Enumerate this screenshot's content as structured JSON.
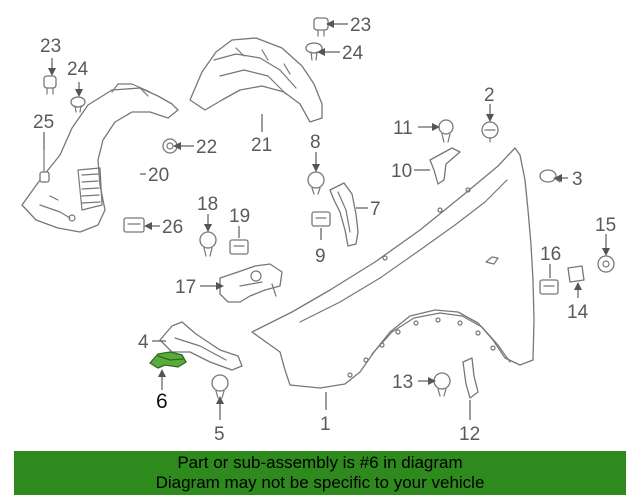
{
  "diagram": {
    "highlight_color": "#5bab3c",
    "callouts": [
      {
        "id": "1",
        "label": "1"
      },
      {
        "id": "2",
        "label": "2"
      },
      {
        "id": "3",
        "label": "3"
      },
      {
        "id": "4",
        "label": "4"
      },
      {
        "id": "5",
        "label": "5"
      },
      {
        "id": "6",
        "label": "6",
        "highlighted": true
      },
      {
        "id": "7",
        "label": "7"
      },
      {
        "id": "8",
        "label": "8"
      },
      {
        "id": "9",
        "label": "9"
      },
      {
        "id": "10",
        "label": "10"
      },
      {
        "id": "11",
        "label": "11"
      },
      {
        "id": "12",
        "label": "12"
      },
      {
        "id": "13",
        "label": "13"
      },
      {
        "id": "14",
        "label": "14"
      },
      {
        "id": "15",
        "label": "15"
      },
      {
        "id": "16",
        "label": "16"
      },
      {
        "id": "17",
        "label": "17"
      },
      {
        "id": "18",
        "label": "18"
      },
      {
        "id": "19",
        "label": "19"
      },
      {
        "id": "20",
        "label": "20"
      },
      {
        "id": "21",
        "label": "21"
      },
      {
        "id": "22",
        "label": "22"
      },
      {
        "id": "23a",
        "label": "23"
      },
      {
        "id": "23b",
        "label": "23"
      },
      {
        "id": "24a",
        "label": "24"
      },
      {
        "id": "24b",
        "label": "24"
      },
      {
        "id": "25",
        "label": "25"
      },
      {
        "id": "26",
        "label": "26"
      }
    ]
  },
  "footer": {
    "line1": "Part or sub-assembly is #6 in diagram",
    "line2": "Diagram may not be specific to your vehicle",
    "background": "#2f8a1e"
  }
}
